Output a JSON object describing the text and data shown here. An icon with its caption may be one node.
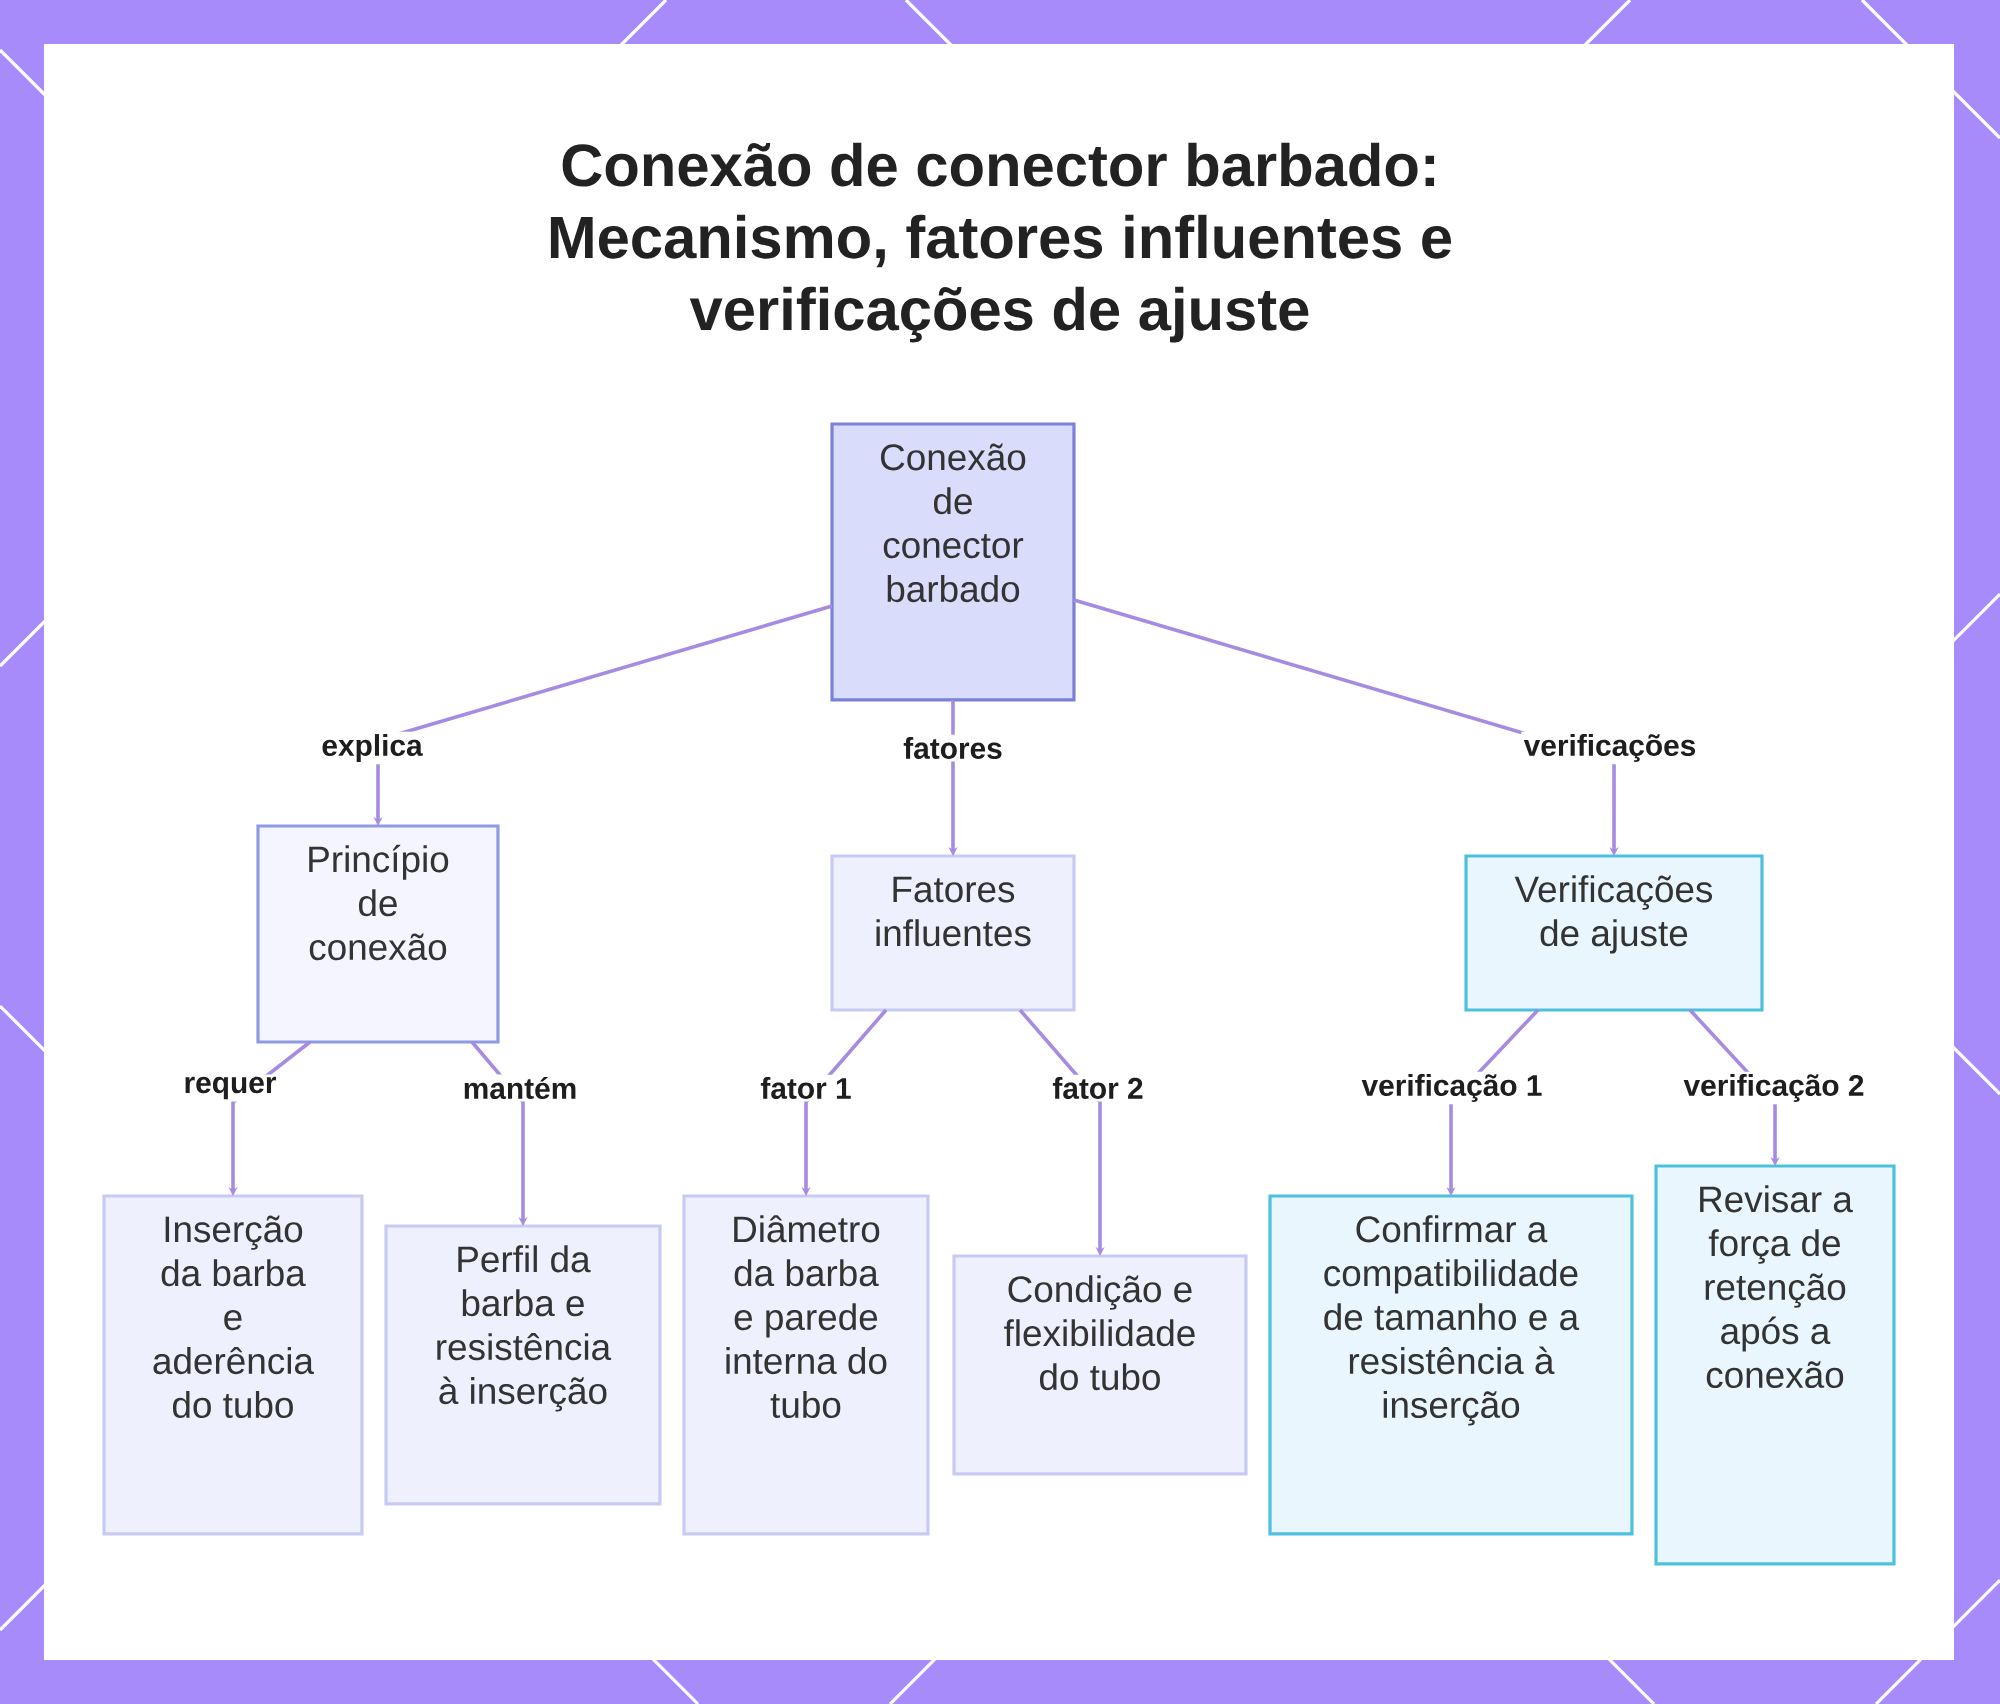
{
  "diagram": {
    "title": "Conexão de conector barbado: Mecanismo, fatores influentes e verificações de ajuste",
    "nodes": [
      {
        "text": [
          "Conexão de conector barbado"
        ]
      },
      {
        "text": [
          "Princípio de conexão"
        ]
      },
      {
        "text": [
          "Fatores influentes"
        ]
      },
      {
        "text": [
          "Verificações de ajuste"
        ]
      },
      {
        "text": [
          "Inserção da barba e aderência do tubo"
        ]
      },
      {
        "text": [
          "Perfil da barba e resistência à inserção"
        ]
      },
      {
        "text": [
          "Diâmetro da barba e parede interna do tubo"
        ]
      },
      {
        "text": [
          "Condição e flexibilidade do tubo"
        ]
      },
      {
        "text": [
          "Confirmar a compatibilidade de tamanho e a resistência à inserção"
        ]
      },
      {
        "text": [
          "Revisar a força de retenção após a conexão"
        ]
      }
    ],
    "edges": [
      {
        "from": 0,
        "to": 1,
        "arrow": "to",
        "label": "explica"
      },
      {
        "from": 0,
        "to": 2,
        "arrow": "to",
        "label": "fatores"
      },
      {
        "from": 0,
        "to": 3,
        "arrow": "to",
        "label": "verificações"
      },
      {
        "from": 1,
        "to": 4,
        "arrow": "to",
        "label": "requer"
      },
      {
        "from": 1,
        "to": 5,
        "arrow": "to",
        "label": "mantém"
      },
      {
        "from": 2,
        "to": 6,
        "arrow": "to",
        "label": "fator 1"
      },
      {
        "from": 2,
        "to": 7,
        "arrow": "to",
        "label": "fator 2"
      },
      {
        "from": 3,
        "to": 8,
        "arrow": "to",
        "label": "verificação 1"
      },
      {
        "from": 3,
        "to": 9,
        "arrow": "to",
        "label": "verificação 2"
      }
    ]
  }
}
